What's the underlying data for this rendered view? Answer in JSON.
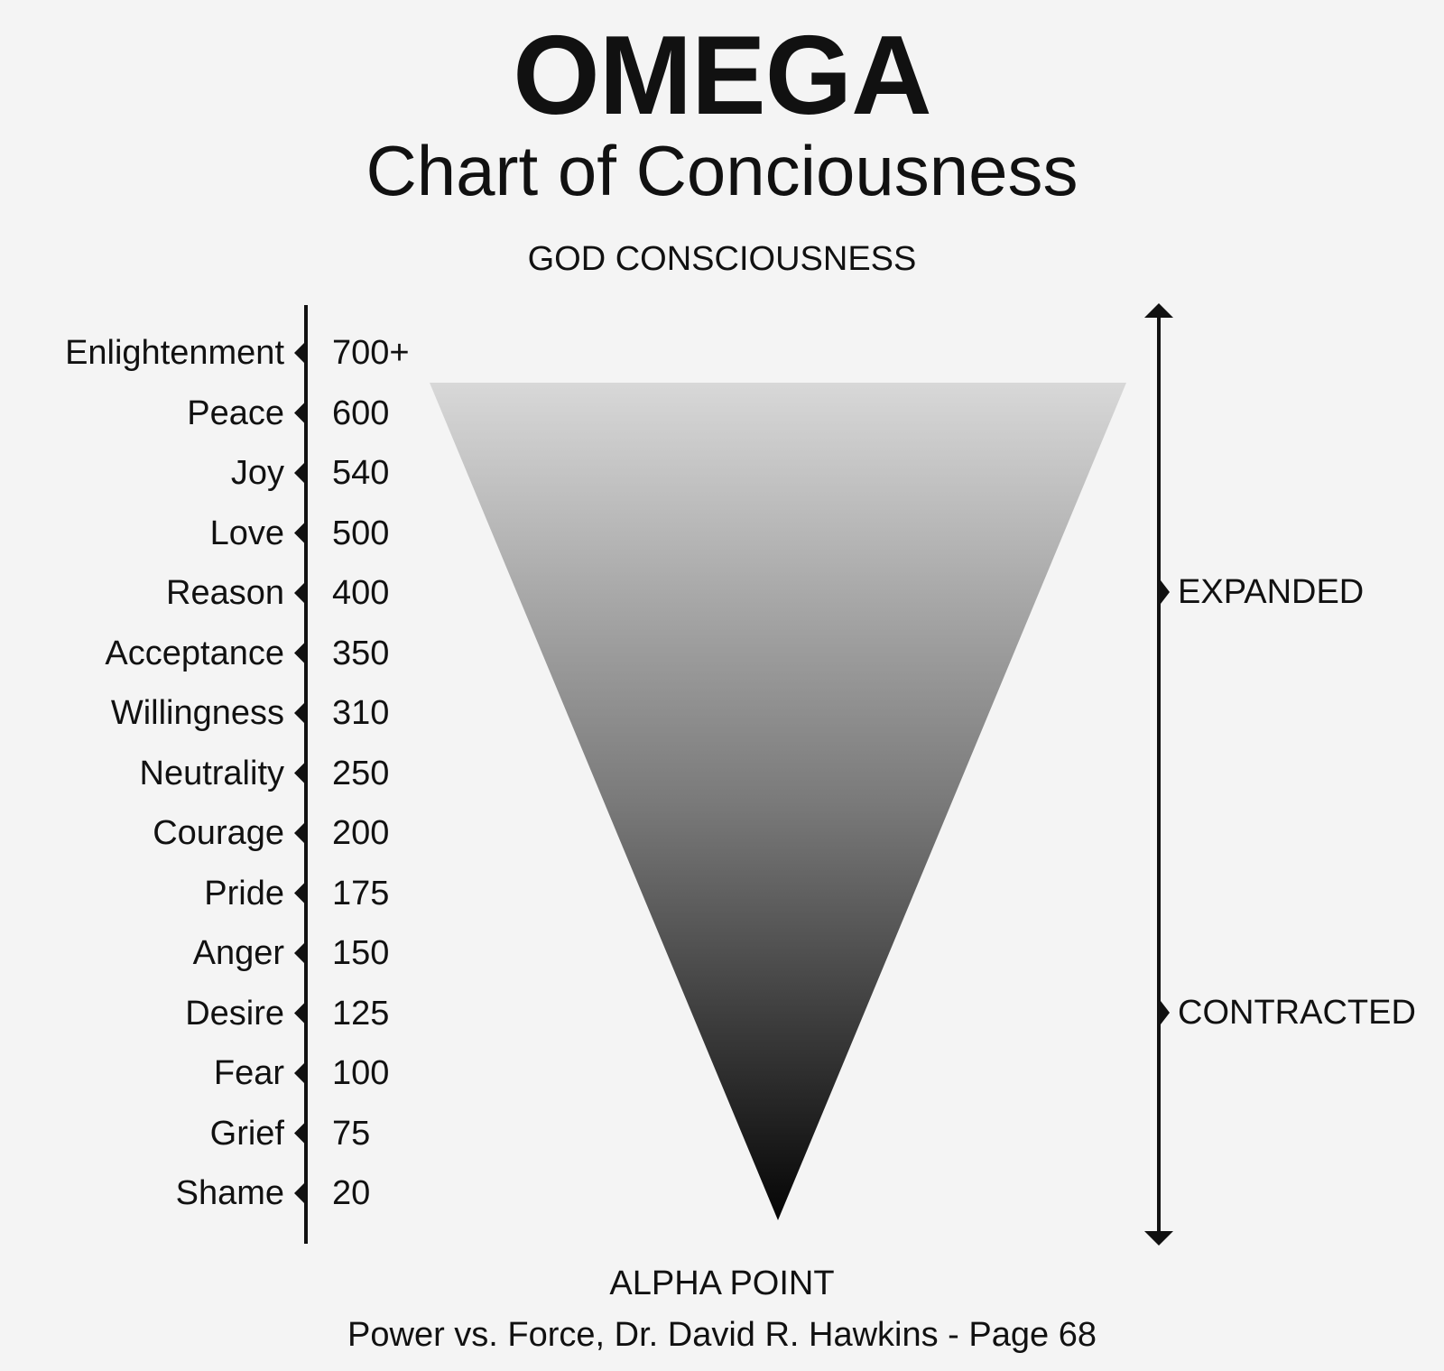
{
  "title": "OMEGA",
  "subtitle": "Chart of Conciousness",
  "top_label": "GOD CONSCIOUSNESS",
  "bottom_label": "ALPHA POINT",
  "source": "Power vs. Force, Dr. David R. Hawkins - Page 68",
  "levels": [
    {
      "name": "Enlightenment",
      "value": "700+"
    },
    {
      "name": "Peace",
      "value": "600"
    },
    {
      "name": "Joy",
      "value": "540"
    },
    {
      "name": "Love",
      "value": "500"
    },
    {
      "name": "Reason",
      "value": "400"
    },
    {
      "name": "Acceptance",
      "value": "350"
    },
    {
      "name": "Willingness",
      "value": "310"
    },
    {
      "name": "Neutrality",
      "value": "250"
    },
    {
      "name": "Courage",
      "value": "200"
    },
    {
      "name": "Pride",
      "value": "175"
    },
    {
      "name": "Anger",
      "value": "150"
    },
    {
      "name": "Desire",
      "value": "125"
    },
    {
      "name": "Fear",
      "value": "100"
    },
    {
      "name": "Grief",
      "value": "75"
    },
    {
      "name": "Shame",
      "value": "20"
    }
  ],
  "side_labels": {
    "upper": "EXPANDED",
    "lower": "CONTRACTED"
  },
  "colors": {
    "background": "#f4f4f4",
    "ink": "#111111",
    "gradient_light": "#d6d6d6",
    "gradient_dark": "#0a0a0a"
  }
}
